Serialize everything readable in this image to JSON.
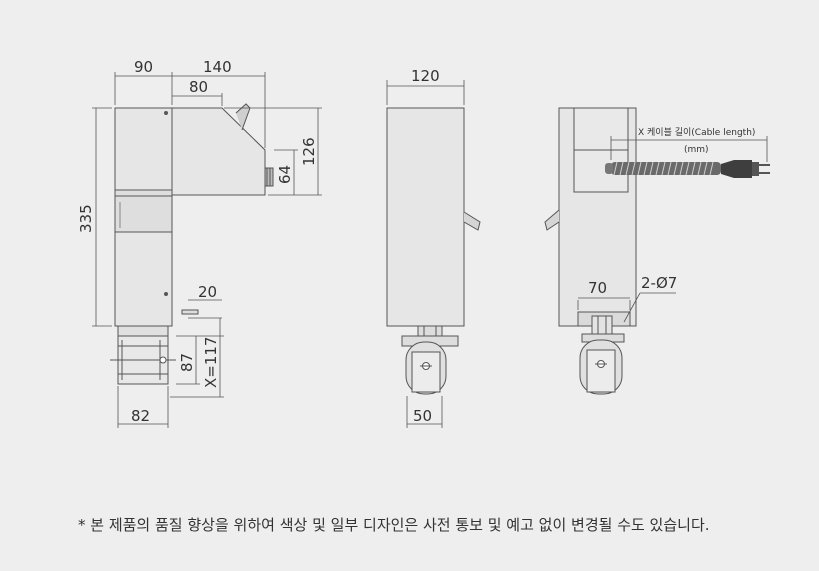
{
  "diagram": {
    "front": {
      "top_left_width": "90",
      "top_right_width": "140",
      "inner_width": "80",
      "total_height": "335",
      "right_height": "126",
      "cable_height": "64",
      "gap": "20",
      "wheel_height": "87",
      "bottom_ext": "X=117",
      "base_width": "82"
    },
    "side": {
      "width": "120",
      "wheel_width": "50"
    },
    "back": {
      "cable_label": "X 케이블 길이(Cable length)",
      "cable_unit": "(mm)",
      "base_width": "70",
      "holes": "2-Ø7"
    }
  },
  "footnote": "* 본 제품의 품질 향상을 위하여 색상 및 일부 디자인은 사전 통보 및 예고 없이 변경될 수도 있습니다."
}
